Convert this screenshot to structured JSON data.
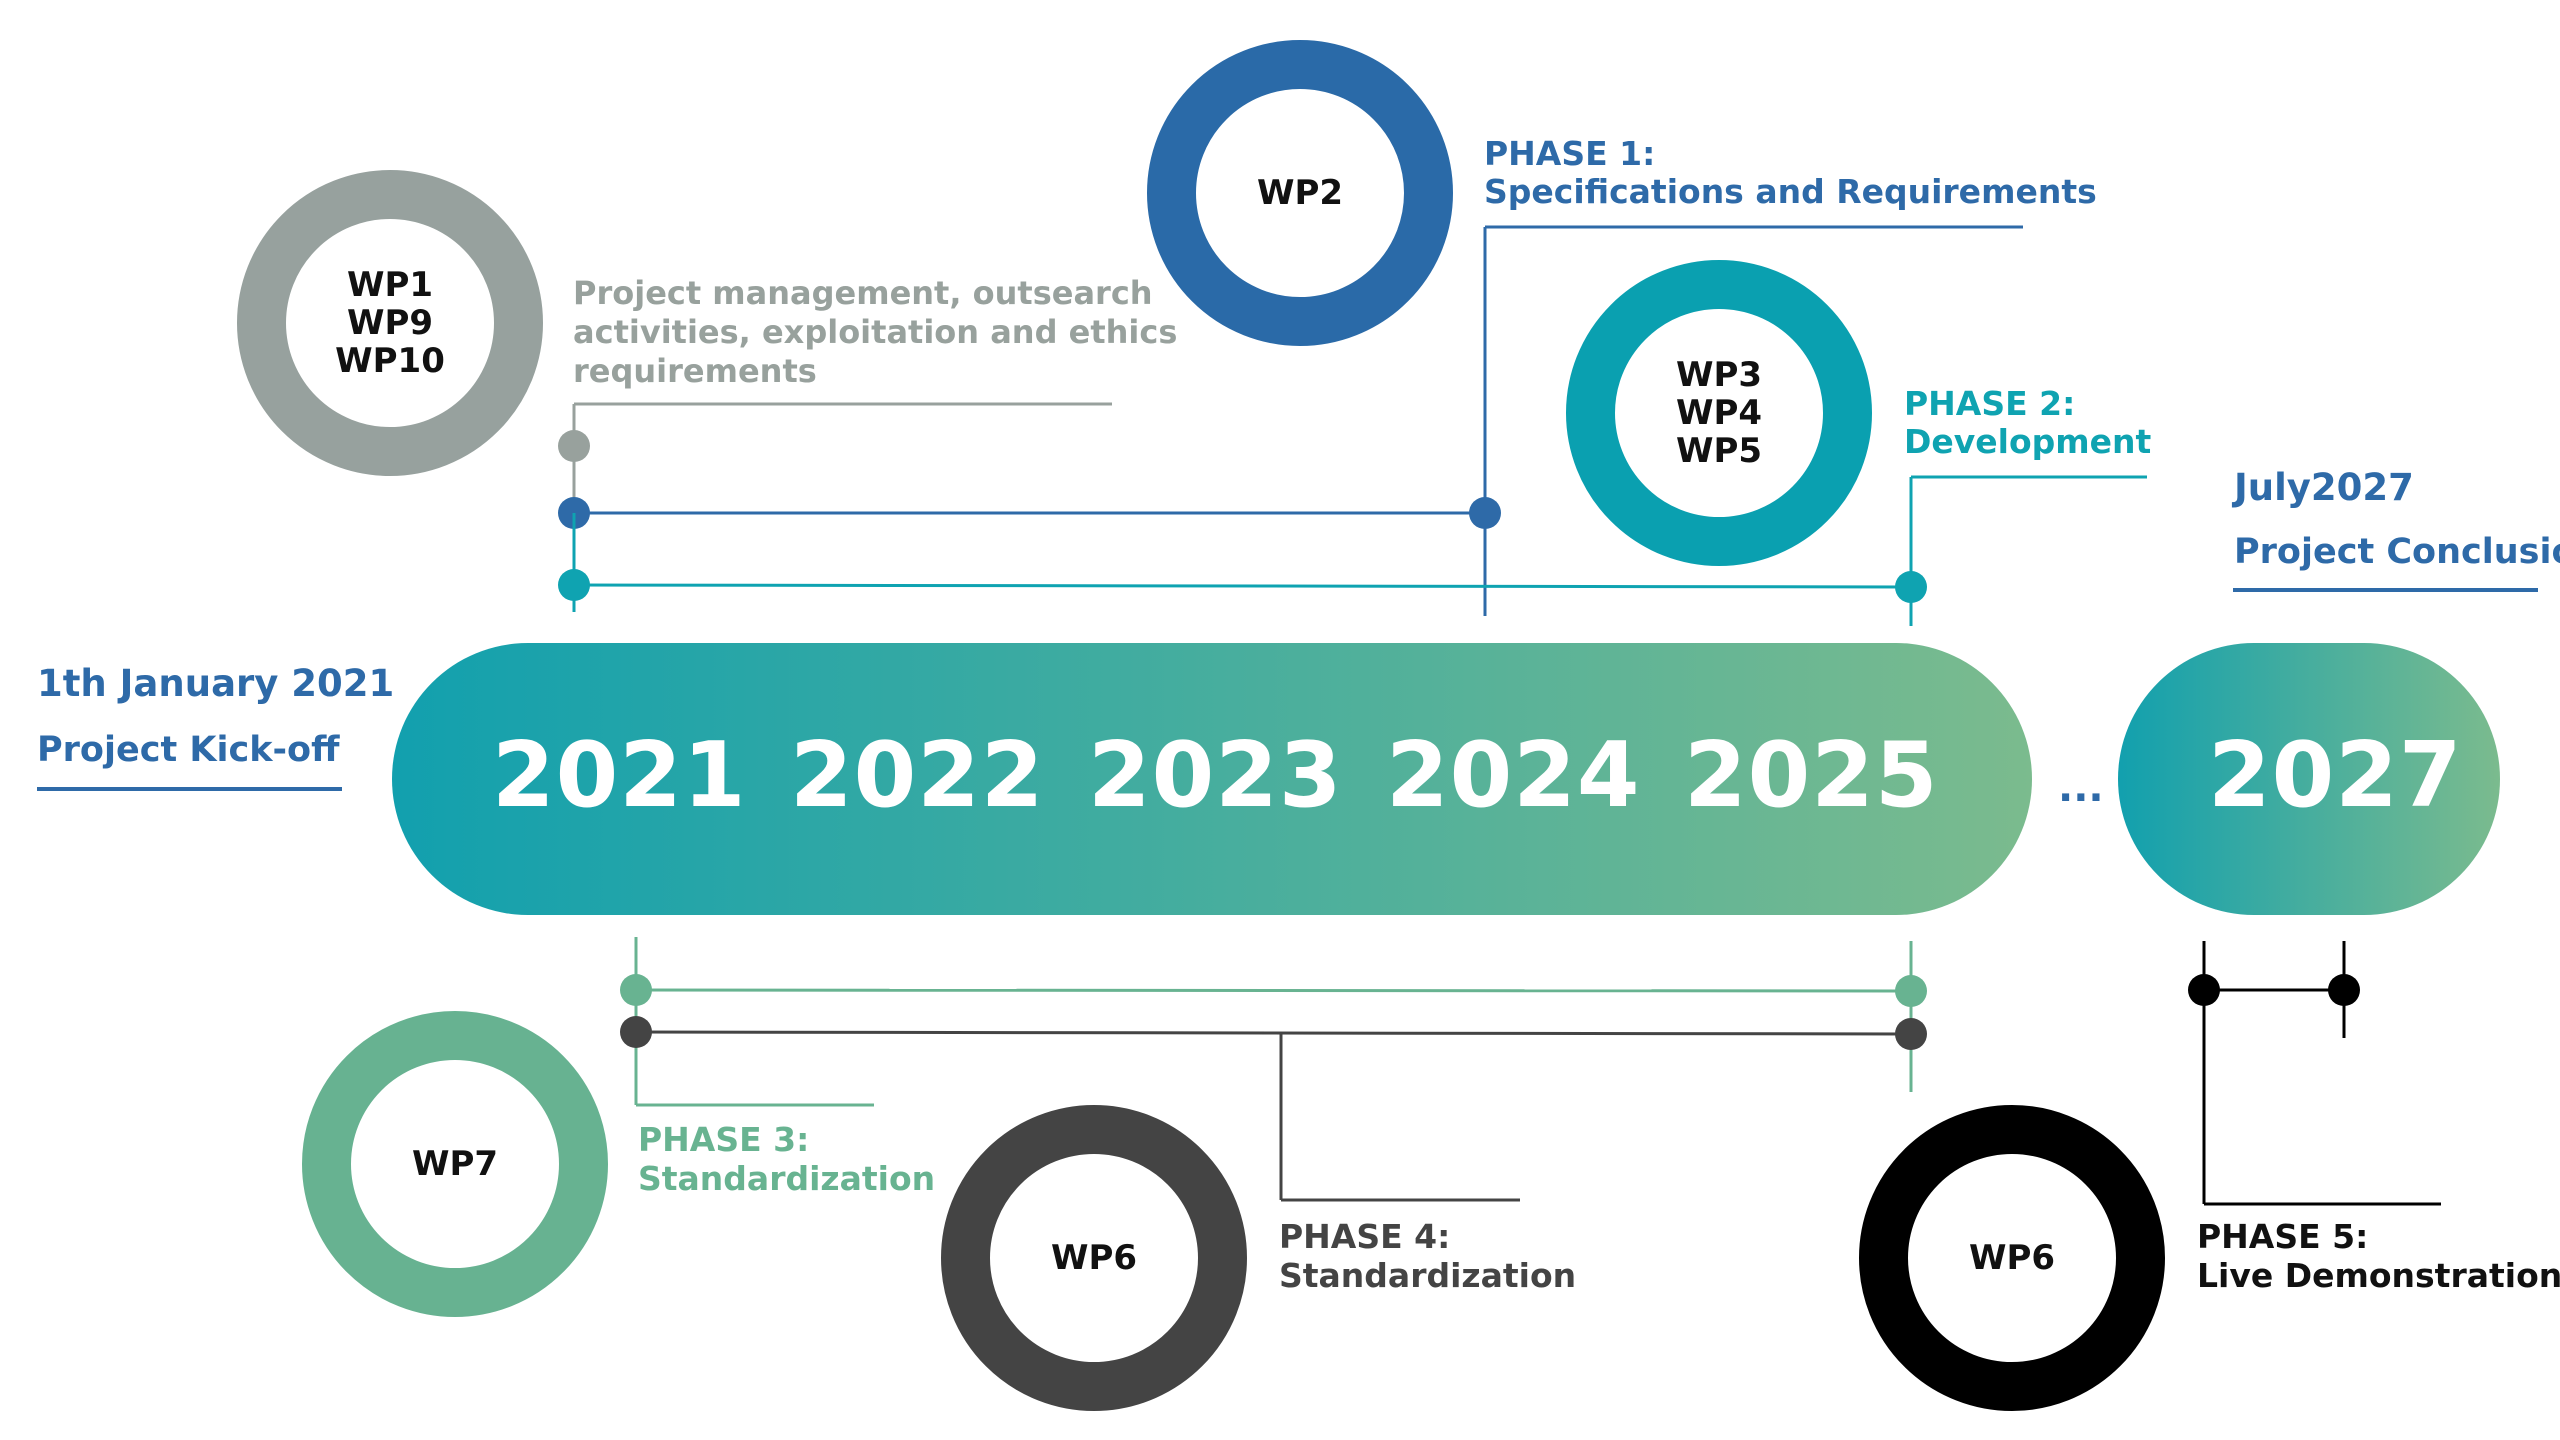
{
  "kickoff": {
    "date": "1th January 2021",
    "label": "Project Kick-off"
  },
  "conclusion": {
    "date": "July2027",
    "label": "Project Conclusion"
  },
  "timeline": {
    "years": [
      "2021",
      "2022",
      "2023",
      "2024",
      "2025"
    ],
    "ellipsis": "...",
    "final_year": "2027"
  },
  "workpackages": {
    "management": [
      "WP1",
      "WP9",
      "WP10"
    ],
    "phase1": [
      "WP2"
    ],
    "phase2": [
      "WP3",
      "WP4",
      "WP5"
    ],
    "phase3": [
      "WP7"
    ],
    "phase4": [
      "WP6"
    ],
    "phase5": [
      "WP6"
    ]
  },
  "management": {
    "line1": "Project management, outsearch",
    "line2": "activities, exploitation and ethics",
    "line3": "requirements"
  },
  "phases": {
    "p1": {
      "title": "PHASE 1:",
      "name": "Specifications and Requirements"
    },
    "p2": {
      "title": "PHASE 2:",
      "name": "Development"
    },
    "p3": {
      "title": "PHASE 3:",
      "name": "Standardization"
    },
    "p4": {
      "title": "PHASE 4:",
      "name": "Standardization"
    },
    "p5": {
      "title": "PHASE 5:",
      "name": "Live Demonstration"
    }
  },
  "colors": {
    "blue": "#2e6aa8",
    "teal": "#0fa3b1",
    "grey": "#98a19d",
    "green": "#68b391",
    "dark": "#444444",
    "black": "#000000",
    "bar_start": "#12a0ae",
    "bar_end": "#7bbb8e"
  }
}
